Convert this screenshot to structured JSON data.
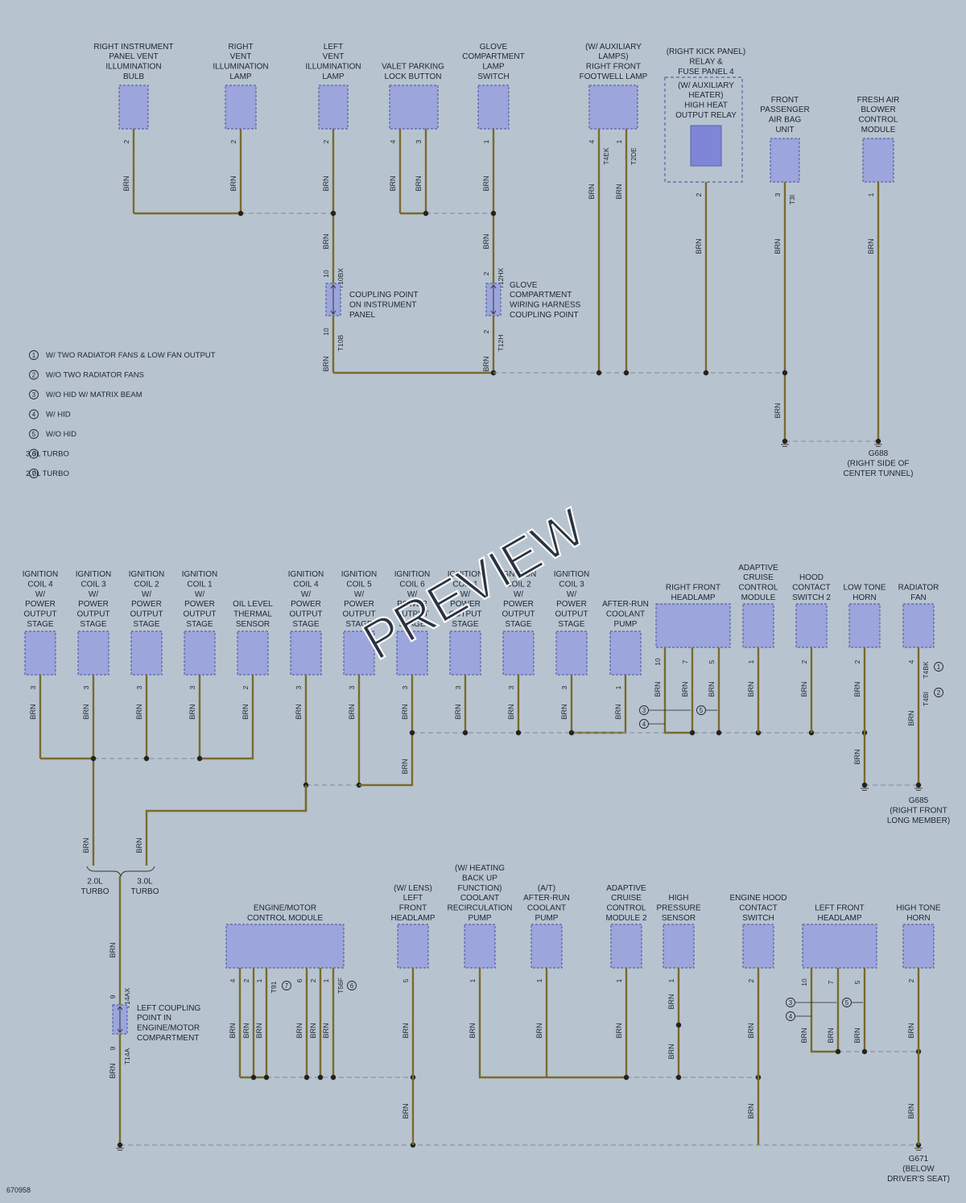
{
  "diagram_id": "670958",
  "watermark": "PREVIEW",
  "wire_color": "BRN",
  "colors": {
    "background": "#b7c4cf",
    "component": "#9ca5dc",
    "wire": "#7a6a2e"
  },
  "legend": [
    {
      "mark": "1",
      "text": "W/ TWO RADIATOR FANS & LOW FAN OUTPUT"
    },
    {
      "mark": "2",
      "text": "W/O TWO RADIATOR FANS"
    },
    {
      "mark": "3",
      "text": "W/O HID W/ MATRIX BEAM"
    },
    {
      "mark": "4",
      "text": "W/ HID"
    },
    {
      "mark": "5",
      "text": "W/O HID"
    },
    {
      "mark": "6",
      "text": "3.0L TURBO"
    },
    {
      "mark": "7",
      "text": "2.0L TURBO"
    }
  ],
  "section1": {
    "components": [
      {
        "name": "RIGHT INSTRUMENT|PANEL VENT|ILLUMINATION|BULB",
        "pins": [
          "2"
        ]
      },
      {
        "name": "RIGHT|VENT|ILLUMINATION|LAMP",
        "pins": [
          "2"
        ]
      },
      {
        "name": "LEFT|VENT|ILLUMINATION|LAMP",
        "pins": [
          "2"
        ]
      },
      {
        "name": "VALET PARKING|LOCK BUTTON",
        "pins": [
          "4",
          "3"
        ]
      },
      {
        "name": "GLOVE|COMPARTMENT|LAMP|SWITCH",
        "pins": [
          "1"
        ]
      },
      {
        "name": "(W/ AUXILIARY|LAMPS)|RIGHT FRONT|FOOTWELL LAMP",
        "pins": [
          "4",
          "1"
        ]
      },
      {
        "name": "(RIGHT KICK PANEL)|RELAY &|FUSE PANEL 4",
        "pins": [
          "2"
        ]
      },
      {
        "name": "(W/ AUXILIARY|HEATER)|HIGH HEAT|OUTPUT RELAY",
        "pins": []
      },
      {
        "name": "FRONT|PASSENGER|AIR BAG|UNIT",
        "pins": [
          "3"
        ]
      },
      {
        "name": "FRESH AIR|BLOWER|CONTROL|MODULE",
        "pins": [
          "1"
        ]
      }
    ],
    "connectors": [
      "T4EK",
      "T2DE",
      "T3I",
      "T10BX",
      "T10B",
      "T12HX",
      "T12H"
    ],
    "couplings": [
      {
        "name": "COUPLING POINT|ON INSTRUMENT|PANEL",
        "pin": "10"
      },
      {
        "name": "GLOVE|COMPARTMENT|WIRING HARNESS|COUPLING POINT",
        "pin": "2"
      }
    ],
    "ground": {
      "id": "G688",
      "location": "(RIGHT SIDE OF|CENTER TUNNEL)"
    }
  },
  "section2": {
    "components": [
      {
        "name": "IGNITION|COIL 4|W/|POWER|OUTPUT|STAGE",
        "pin": "3"
      },
      {
        "name": "IGNITION|COIL 3|W/|POWER|OUTPUT|STAGE",
        "pin": "3"
      },
      {
        "name": "IGNITION|COIL 2|W/|POWER|OUTPUT|STAGE",
        "pin": "3"
      },
      {
        "name": "IGNITION|COIL 1|W/|POWER|OUTPUT|STAGE",
        "pin": "3"
      },
      {
        "name": "OIL LEVEL|THERMAL|SENSOR",
        "pin": "2"
      },
      {
        "name": "IGNITION|COIL 4|W/|POWER|OUTPUT|STAGE",
        "pin": "3"
      },
      {
        "name": "IGNITION|COIL 5|W/|POWER|OUTPUT|STAGE",
        "pin": "3"
      },
      {
        "name": "IGNITION|COIL 6|W/|POWER|OUTPUT|STAGE",
        "pin": "3"
      },
      {
        "name": "IGNITION|COIL 1|W/|POWER|OUTPUT|STAGE",
        "pin": "3"
      },
      {
        "name": "IGNITION|COIL 2|W/|POWER|OUTPUT|STAGE",
        "pin": "3"
      },
      {
        "name": "IGNITION|COIL 3|W/|POWER|OUTPUT|STAGE",
        "pin": "3"
      },
      {
        "name": "AFTER-RUN|COOLANT|PUMP",
        "pin": "1"
      },
      {
        "name": "RIGHT FRONT|HEADLAMP",
        "pins": [
          "10",
          "7",
          "5"
        ]
      },
      {
        "name": "ADAPTIVE|CRUISE|CONTROL|MODULE",
        "pin": "1"
      },
      {
        "name": "HOOD|CONTACT|SWITCH 2",
        "pin": "2"
      },
      {
        "name": "LOW TONE|HORN",
        "pin": "2"
      },
      {
        "name": "RADIATOR|FAN",
        "pin": "4"
      }
    ],
    "connectors": [
      "T4BK",
      "T4BI"
    ],
    "ground": {
      "id": "G685",
      "location": "(RIGHT FRONT|LONG MEMBER)"
    },
    "variants": [
      "2.0L|TURBO",
      "3.0L|TURBO"
    ]
  },
  "section3": {
    "components": [
      {
        "name": "ENGINE/MOTOR|CONTROL MODULE",
        "pins": [
          "4",
          "2",
          "1",
          "6",
          "2",
          "1"
        ]
      },
      {
        "name": "(W/ LENS)|LEFT|FRONT|HEADLAMP",
        "pin": "5"
      },
      {
        "name": "(W/ HEATING|BACK UP|FUNCTION)|COOLANT|RECIRCULATION|PUMP",
        "pin": "1"
      },
      {
        "name": "(A/T)|AFTER-RUN|COOLANT|PUMP",
        "pin": "1"
      },
      {
        "name": "ADAPTIVE|CRUISE|CONTROL|MODULE 2",
        "pin": "1"
      },
      {
        "name": "HIGH|PRESSURE|SENSOR",
        "pin": "1"
      },
      {
        "name": "ENGINE HOOD|CONTACT|SWITCH",
        "pin": "2"
      },
      {
        "name": "LEFT FRONT|HEADLAMP",
        "pins": [
          "10",
          "7",
          "5"
        ]
      },
      {
        "name": "HIGH TONE|HORN",
        "pin": "2"
      }
    ],
    "connectors": [
      "T91",
      "T56F",
      "T14AX",
      "T14A"
    ],
    "coupling": {
      "name": "LEFT COUPLING|POINT IN|ENGINE/MOTOR|COMPARTMENT",
      "pin": "9"
    },
    "ground": {
      "id": "G671",
      "location": "(BELOW|DRIVER'S SEAT)"
    }
  }
}
